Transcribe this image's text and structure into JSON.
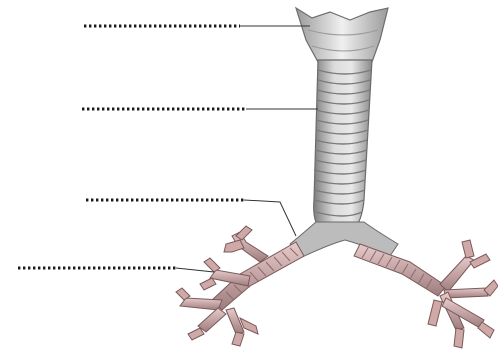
{
  "diagram": {
    "subject": "trachea-and-bronchi",
    "labels": [
      {
        "id": "label-1",
        "text": ""
      },
      {
        "id": "label-2",
        "text": ""
      },
      {
        "id": "label-3",
        "text": ""
      },
      {
        "id": "label-4",
        "text": ""
      }
    ],
    "colors": {
      "cartilage_light": "#e6e6e6",
      "cartilage_dark": "#8f8f8f",
      "bronchi_pink": "#d9b3b3",
      "bronchi_dark": "#8a6a6a",
      "leader_dots": "#1a1a1a",
      "leader_line": "#333333"
    }
  }
}
